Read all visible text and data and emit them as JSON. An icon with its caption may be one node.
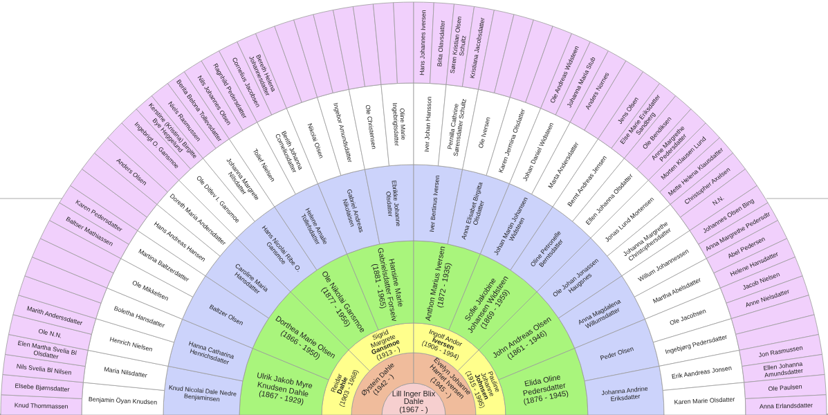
{
  "diagram": {
    "nodes": [
      {
        "text": [
          "Lill Inger Blix Dahle",
          "(1967 - )"
        ]
      },
      {
        "text": [
          "Øystein Dahle",
          "(1942 - )"
        ]
      },
      {
        "text": [
          "Evelyn Johanne Harriet Iversen",
          "(1945 - )"
        ]
      },
      {
        "text": [
          "Reidar **Dahle**",
          "(1903 - 1968)"
        ]
      },
      {
        "text": [
          "Sigrid Margrete **Gansmoe**",
          "(1913 - )"
        ]
      },
      {
        "text": [
          "Ingolf Andor **Iversen**",
          "(1906 - 1994)"
        ]
      },
      {
        "text": [
          "Pauline Johanne **Johnsen**",
          "(1915 - 1995)"
        ]
      },
      {
        "text": [
          "Ulrik Jakob Myre Knudsen Dahle",
          "(1867 - 1929)"
        ]
      },
      {
        "text": [
          "Dorthea Marie Olsen",
          "(1866 - 1950)"
        ]
      },
      {
        "text": [
          "Ole Nikolai Gansmoe",
          "(1877 - 1956)"
        ]
      },
      {
        "text": [
          "Hansine Marie Gabrielsdatter Forseiv",
          "(1881 - 1965)"
        ]
      },
      {
        "text": [
          "Anthon Marius Iversen",
          "(1872 - 1935)"
        ]
      },
      {
        "text": [
          "Sofie Jakobine Johansen Widsteen",
          "(1869 - 1959)"
        ]
      },
      {
        "text": [
          "John Andreas Olsen",
          "(1861 - 1946)"
        ]
      },
      {
        "text": [
          "Elida Oline Pedersdatter",
          "(1876 - 1945)"
        ]
      },
      {
        "text": [
          "Knud Nicolai Dale Nedre Benjaminsen"
        ]
      },
      {
        "text": [
          "Hanna Catharina Henrichsdatter"
        ]
      },
      {
        "text": [
          "Baltzer Olsen"
        ]
      },
      {
        "text": [
          "Caroline Maria Hansdatter"
        ]
      },
      {
        "text": [
          "Hans Nicolai Ribe O. Gansmoe"
        ]
      },
      {
        "text": [
          "Helene Amalie Tollefsdatter"
        ]
      },
      {
        "text": [
          "Gabriel Andreas Nikolaisen"
        ]
      },
      {
        "text": [
          "Ebrikke Johanne Olsdatter"
        ]
      },
      {
        "text": [
          "Iver Bertinus Iversen"
        ]
      },
      {
        "text": [
          "Anna Elisabet Birgitta Olsdatter"
        ]
      },
      {
        "text": [
          "Johan Martin Johansen Widsteen"
        ]
      },
      {
        "text": [
          "Oline Petronelle Berntsdatter"
        ]
      },
      {
        "text": [
          "Ole Johan Jonassen Haugsnes"
        ]
      },
      {
        "text": [
          "Anna Magdalena Willumsdatter"
        ]
      },
      {
        "text": [
          "Peder Olsen"
        ]
      },
      {
        "text": [
          "Johanna Andrine Eriksdatter"
        ]
      },
      {
        "text": [
          "Benjamin Öyan Knudsen"
        ]
      },
      {
        "text": [
          "Maria Nilsdatter"
        ]
      },
      {
        "text": [
          "Henrich Nielsen"
        ]
      },
      {
        "text": [
          "Boletha Hansdatter"
        ]
      },
      {
        "text": [
          "Ole Mikkelsen"
        ]
      },
      {
        "text": [
          "Martina Baltzerdatter"
        ]
      },
      {
        "text": [
          "Hans Andreas Hansen"
        ]
      },
      {
        "text": [
          "Doreth Maria Andersdatter"
        ]
      },
      {
        "text": [
          "Ole Ditlev I. Gansmoe"
        ]
      },
      {
        "text": [
          "Johanna Margrete Nilsdatter"
        ]
      },
      {
        "text": [
          "Tollef Nielsen"
        ]
      },
      {
        "text": [
          "Berith Johanna Corneliusdatter"
        ]
      },
      {
        "text": [
          "Nikolai Olsen"
        ]
      },
      {
        "text": [
          "Ingebor Amundsdatter"
        ]
      },
      {
        "text": [
          "Ole Christensen"
        ]
      },
      {
        "text": [
          "Oline Marie Ingebrigtsdatter"
        ]
      },
      {
        "text": [
          "Iver Johan Hansson"
        ]
      },
      {
        "text": [
          "Pernilla Cathrine Sørensdatter Schultz"
        ]
      },
      {
        "text": [
          "Ole Iversen"
        ]
      },
      {
        "text": [
          "Karen Jermina Olsdatter"
        ]
      },
      {
        "text": [
          "Johan Daniel Widsteen"
        ]
      },
      {
        "text": [
          "Marta Andersdatter"
        ]
      },
      {
        "text": [
          "Bernt Andreas Jensen"
        ]
      },
      {
        "text": [
          "Ellen Johanna Olsdatter"
        ]
      },
      {
        "text": [
          "Jonas Lund Mortensen"
        ]
      },
      {
        "text": [
          "Johanna Margrethe Christophersdatter"
        ]
      },
      {
        "text": [
          "Willum Johannessen"
        ]
      },
      {
        "text": [
          "Martha Abelsdatter"
        ]
      },
      {
        "text": [
          "Ole Jacobsen"
        ]
      },
      {
        "text": [
          "Ingebjørg Pedersdatter"
        ]
      },
      {
        "text": [
          "Erik Aandreas Jonsen"
        ]
      },
      {
        "text": [
          "Karen Marie Olsdatter"
        ]
      },
      {
        "text": [
          "Knud Thommassen"
        ]
      },
      {
        "text": [
          "Elsebe Bjørnsdatter"
        ]
      },
      {
        "text": [
          "Nils Svelia Bl Nilsen"
        ]
      },
      {
        "text": [
          "Elen Martha Svelia Bl Olsdatter"
        ]
      },
      {
        "text": [
          "Ole N.N."
        ]
      },
      {
        "text": [
          "Marith Anderssdatter"
        ]
      },
      {
        "text": [],
        "shape": "sector"
      },
      {
        "text": [],
        "shape": "sector"
      },
      {
        "text": [],
        "shape": "sector"
      },
      {
        "text": [],
        "shape": "sector"
      },
      {
        "text": [
          "Baltser Mathiassen"
        ]
      },
      {
        "text": [
          "Karen Pedersdatter"
        ]
      },
      {
        "text": [],
        "shape": "sector"
      },
      {
        "text": [],
        "shape": "sector"
      },
      {
        "text": [
          "Anders Olsen"
        ]
      },
      {
        "text": [],
        "shape": "sector"
      },
      {
        "text": [
          "Ingebrigt O. Gansmoe"
        ]
      },
      {
        "text": [
          "Kerstine (Kristina) Birgitte Bye Heggelund"
        ]
      },
      {
        "text": [
          "Niels Rasmussen"
        ]
      },
      {
        "text": [
          "Berita Belona Tollevsdatter"
        ]
      },
      {
        "text": [
          "Nils Johannes Olsen"
        ]
      },
      {
        "text": [
          "Ragnhild Pedersdatter"
        ]
      },
      {
        "text": [
          "Cornelius Jacobsen"
        ]
      },
      {
        "text": [
          "Bereth Helena Johannesdatter"
        ]
      },
      {
        "text": [],
        "shape": "sector"
      },
      {
        "text": [],
        "shape": "sector"
      },
      {
        "text": [],
        "shape": "sector"
      },
      {
        "text": [],
        "shape": "sector"
      },
      {
        "text": [],
        "shape": "sector"
      },
      {
        "text": [],
        "shape": "sector"
      },
      {
        "text": [],
        "shape": "sector"
      },
      {
        "text": [],
        "shape": "sector"
      },
      {
        "text": [
          "Hans Johannes Iversen"
        ]
      },
      {
        "text": [
          "Brita Olavsdatter"
        ]
      },
      {
        "text": [
          "Søren Kristian Olsen Schultz"
        ]
      },
      {
        "text": [
          "Kristiana Jacobsdatter"
        ]
      },
      {
        "text": [],
        "shape": "sector"
      },
      {
        "text": [],
        "shape": "sector"
      },
      {
        "text": [],
        "shape": "sector"
      },
      {
        "text": [],
        "shape": "sector"
      },
      {
        "text": [
          "Ole Andreas Widsteen"
        ]
      },
      {
        "text": [
          "Johanna Maria Stub"
        ]
      },
      {
        "text": [
          "Anders Nornes"
        ]
      },
      {
        "text": [],
        "shape": "sector"
      },
      {
        "text": [
          "Jens Olsen"
        ]
      },
      {
        "text": [
          "Else Marie Eriksdatter Sandberg"
        ]
      },
      {
        "text": [
          "Ole Bendiksen"
        ]
      },
      {
        "text": [
          "Anne Margrethe Pedersdatter"
        ]
      },
      {
        "text": [
          "Morten Klausen Lund"
        ]
      },
      {
        "text": [
          "Mette Helena Klausdatter"
        ]
      },
      {
        "text": [
          "Christopher Axelsen"
        ]
      },
      {
        "text": [
          "N.N."
        ]
      },
      {
        "text": [
          "Johannes Olsen Bing"
        ]
      },
      {
        "text": [
          "Anna Margrethe Pedersdtr"
        ]
      },
      {
        "text": [
          "Abel Pedersen"
        ]
      },
      {
        "text": [
          "Helene Hansdatter"
        ]
      },
      {
        "text": [
          "Jacob Nielsen"
        ]
      },
      {
        "text": [
          "Anne Nielsdatter"
        ]
      },
      {
        "text": [],
        "shape": "sector"
      },
      {
        "text": [],
        "shape": "sector"
      },
      {
        "text": [
          "Jon Rasmussen"
        ]
      },
      {
        "text": [
          "Ellen Johanna Amundsdatter"
        ]
      },
      {
        "text": [
          "Ole Paulsen"
        ]
      },
      {
        "text": [
          "Anna Erlandsdatter"
        ]
      }
    ]
  }
}
